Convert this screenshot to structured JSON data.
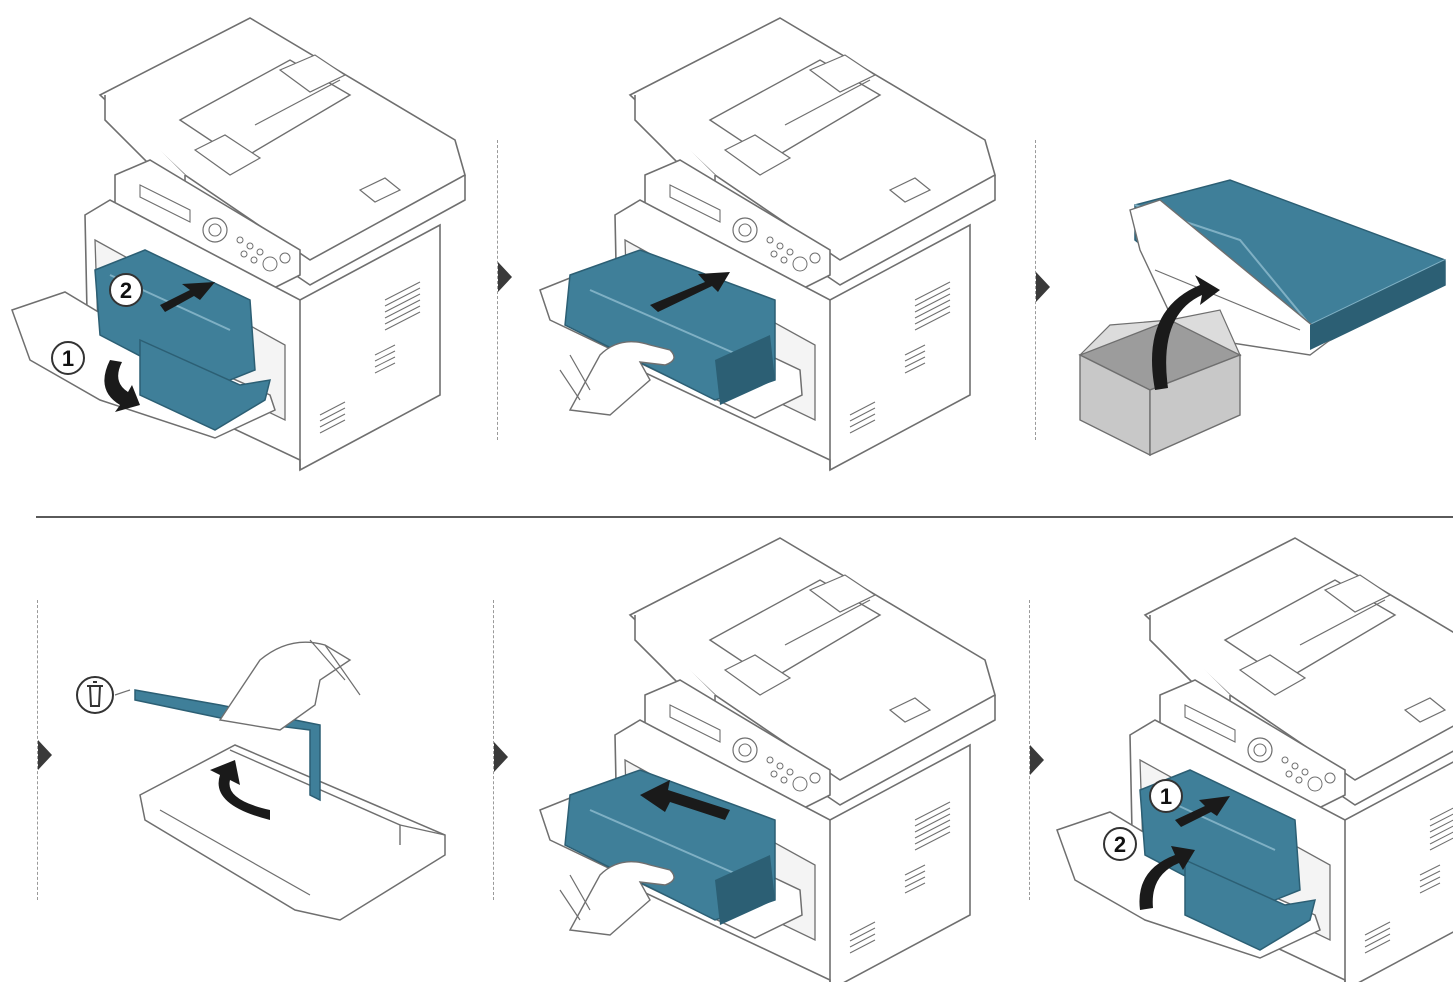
{
  "steps": [
    {
      "id": 1,
      "badges": [
        "1",
        "2"
      ],
      "action": "open-front-cover-remove-unit"
    },
    {
      "id": 2,
      "badges": [],
      "action": "pull-out-imaging-unit"
    },
    {
      "id": 3,
      "badges": [],
      "action": "unpack-new-unit"
    },
    {
      "id": 4,
      "badges": [],
      "action": "remove-protective-part",
      "icon": "trash-bin-icon"
    },
    {
      "id": 5,
      "badges": [],
      "action": "insert-imaging-unit"
    },
    {
      "id": 6,
      "badges": [
        "1",
        "2"
      ],
      "action": "insert-unit-close-cover"
    }
  ],
  "colors": {
    "line": "#6f6f6f",
    "body_fill": "#ffffff",
    "part_fill": "#3f7f99",
    "part_dark": "#2c5f74",
    "part_light": "#7fb0c4",
    "arrow_fill": "#1a1a1a",
    "box_fill": "#c8c8c8",
    "box_dark": "#9c9c9c"
  }
}
